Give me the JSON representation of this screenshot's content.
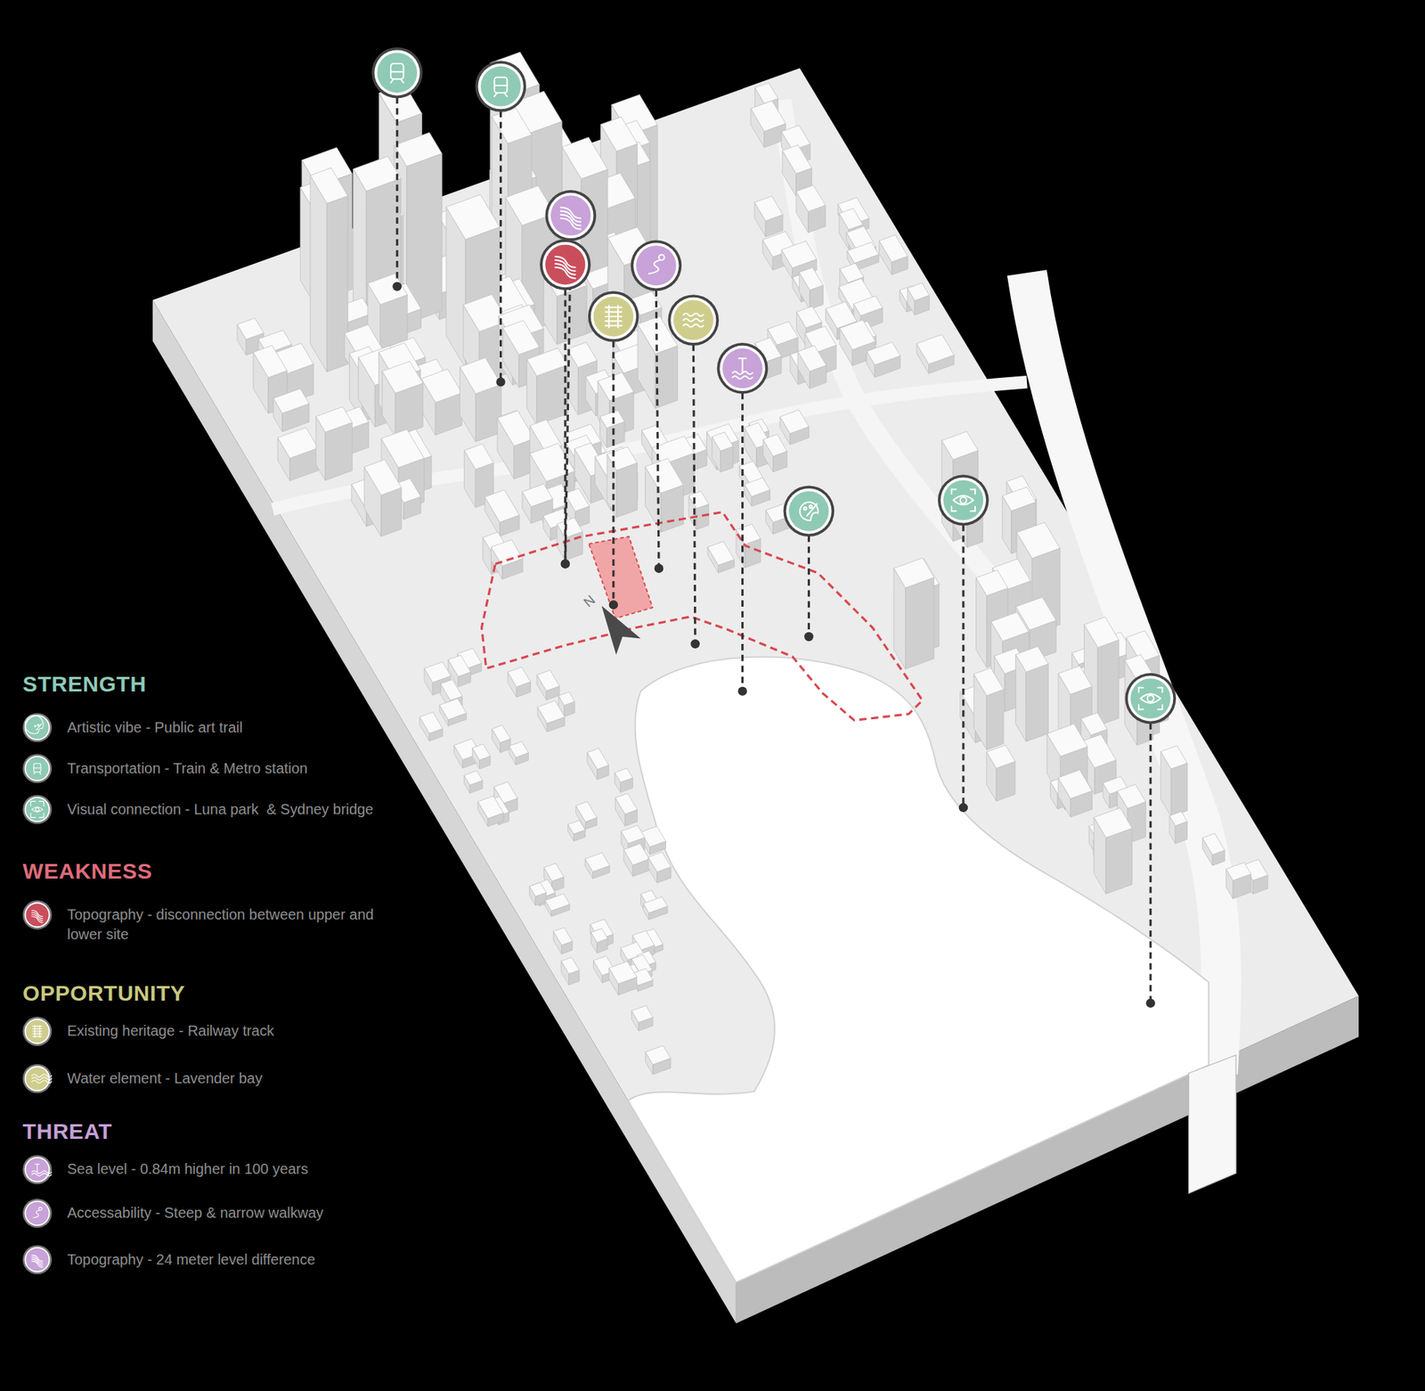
{
  "diagram": {
    "labels": [
      "STRENGTH",
      "WEAKNESS",
      "OPPORTUNITY",
      "THREAT",
      "N"
    ],
    "legend": [
      {
        "text": "Artistic vibe - Public art trail"
      },
      {
        "text": "Transportation - Train & Metro station"
      },
      {
        "text": "Visual connection - Luna park  & Sydney bridge"
      },
      {
        "text": "Topography - disconnection between upper and lower site"
      },
      {
        "text": "Existing heritage - Railway track"
      },
      {
        "text": "Water element - Lavender bay"
      },
      {
        "text": "Sea level - 0.84m higher in 100 years"
      },
      {
        "text": "Accessability - Steep & narrow walkway"
      },
      {
        "text": "Topography - 24 meter level difference"
      }
    ]
  }
}
